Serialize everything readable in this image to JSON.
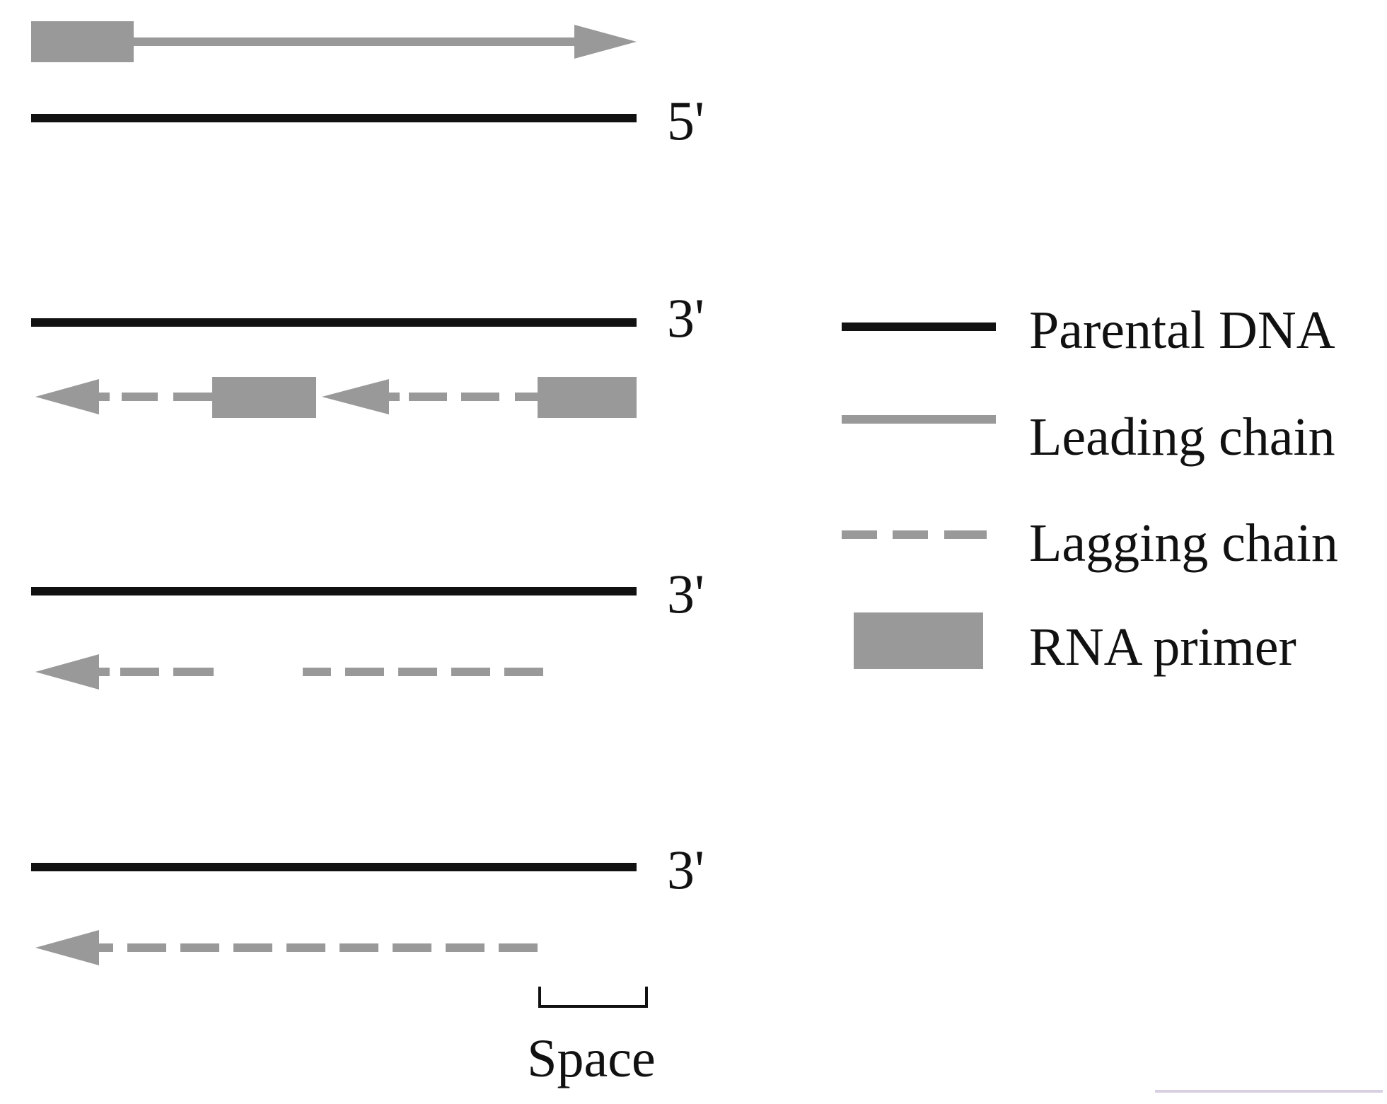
{
  "colors": {
    "parental": "#111111",
    "synthesized": "#999999",
    "primer": "#999999",
    "background": "#ffffff"
  },
  "strand_end_labels": [
    "5'",
    "3'",
    "3'",
    "3'"
  ],
  "legend": {
    "items": [
      {
        "key": "parental",
        "label": "Parental DNA",
        "style": "solid-black"
      },
      {
        "key": "leading",
        "label": "Leading chain",
        "style": "solid-gray"
      },
      {
        "key": "lagging",
        "label": "Lagging chain",
        "style": "dashed-gray"
      },
      {
        "key": "primer",
        "label": "RNA primer",
        "style": "gray-box"
      }
    ]
  },
  "scale_bar": {
    "label": "Space"
  }
}
